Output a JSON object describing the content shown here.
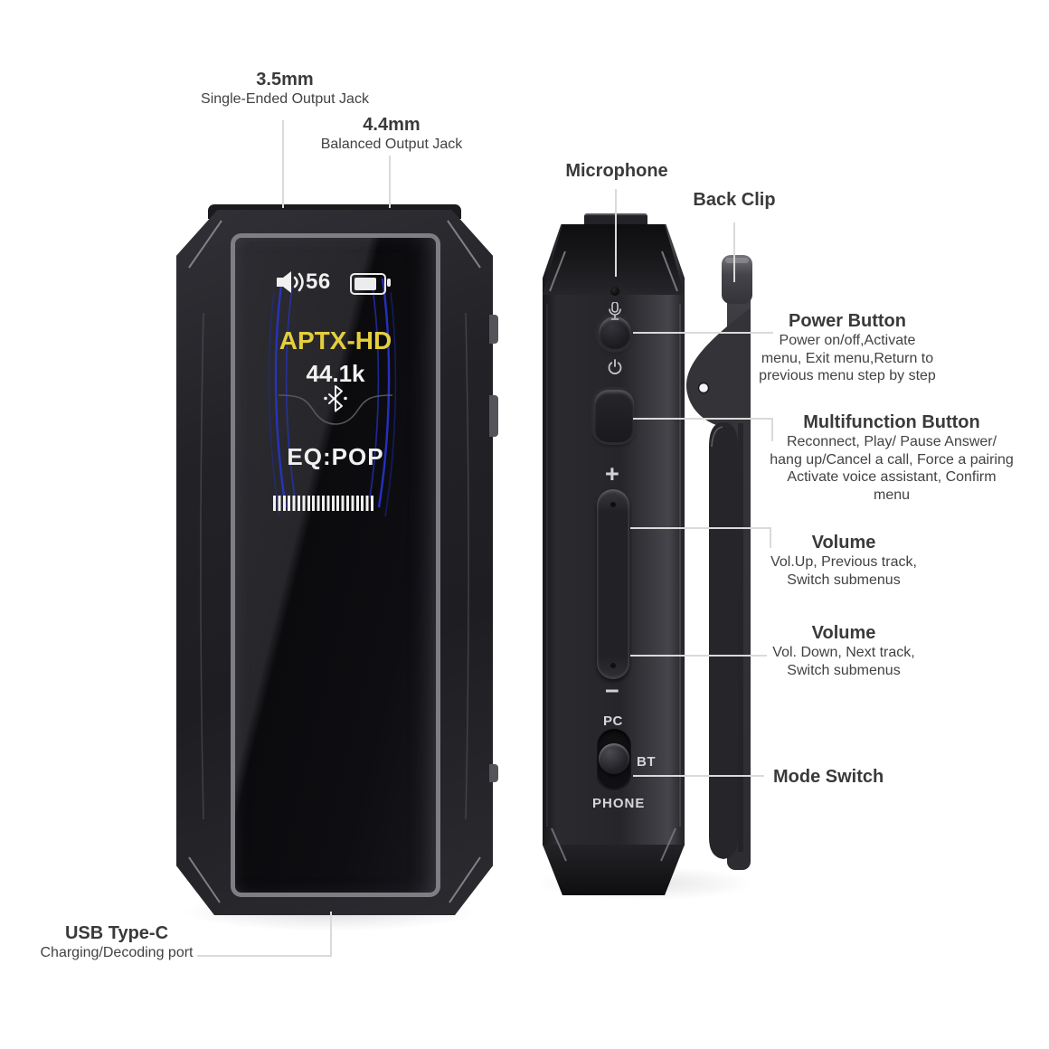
{
  "device": {
    "screen": {
      "volume_value": "56",
      "codec": "APTX-HD",
      "sample_rate": "44.1k",
      "eq": "EQ:POP"
    },
    "side": {
      "vol_plus": "+",
      "vol_minus": "−",
      "mode_pc": "PC",
      "mode_bt": "BT",
      "mode_phone": "PHONE"
    }
  },
  "annotations": {
    "jack35": {
      "title": "3.5mm",
      "desc": "Single-Ended Output Jack"
    },
    "jack44": {
      "title": "4.4mm",
      "desc": "Balanced Output Jack"
    },
    "microphone": {
      "title": "Microphone"
    },
    "back_clip": {
      "title": "Back Clip"
    },
    "power_button": {
      "title": "Power Button",
      "lines": [
        "Power on/off,Activate",
        "menu, Exit menu,Return to",
        "previous menu step by step"
      ]
    },
    "multifunction_button": {
      "title": "Multifunction Button",
      "lines": [
        "Reconnect, Play/ Pause Answer/",
        "hang up/Cancel a call, Force a pairing",
        "Activate voice assistant, Confirm",
        "menu"
      ]
    },
    "volume_up": {
      "title": "Volume",
      "lines": [
        "Vol.Up, Previous track,",
        "Switch submenus"
      ]
    },
    "volume_down": {
      "title": "Volume",
      "lines": [
        "Vol. Down, Next track,",
        "Switch submenus"
      ]
    },
    "mode_switch": {
      "title": "Mode Switch"
    },
    "usb": {
      "title": "USB Type-C",
      "desc": "Charging/Decoding port"
    }
  },
  "icons": {
    "speaker": "speaker-icon",
    "battery": "battery-icon",
    "bluetooth": "bluetooth-icon",
    "microphone": "microphone-icon",
    "power": "power-icon"
  },
  "colors": {
    "codec_yellow": "#e5cf3c",
    "screen_white": "#f0f0f0",
    "wave_blue": "#2733c8",
    "leader_gray": "#dadada",
    "label_dark": "#3a3a3a",
    "body_dark": "#232327"
  }
}
